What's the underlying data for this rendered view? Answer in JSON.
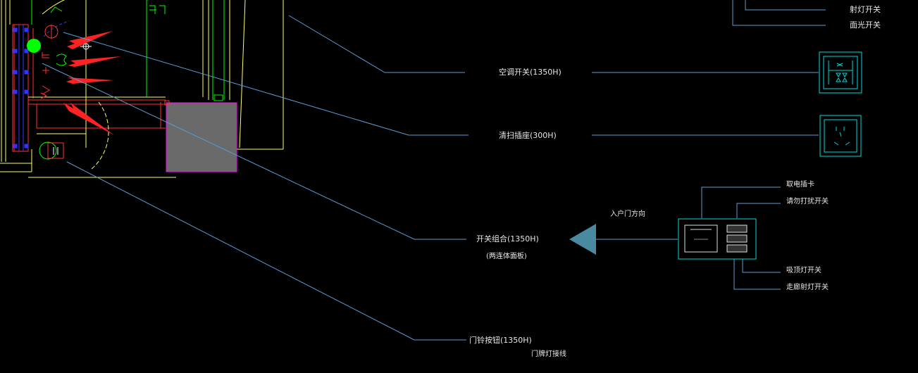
{
  "labels": {
    "top_1": "射灯开关",
    "top_2": "面光开关",
    "ac_switch": "空调开关(1350H)",
    "cleaning_socket": "清扫插座(300H)",
    "power_card": "取电插卡",
    "dnd_switch": "请勿打扰开关",
    "entry_direction": "入户门方向",
    "switch_combo": "开关组合(1350H)",
    "switch_combo_sub": "(两连体面板)",
    "ceiling_light_switch": "吸顶灯开关",
    "corridor_light_switch": "走廊射灯开关",
    "doorbell": "门铃按钮(1350H)",
    "doorbell_sub": "门牌灯接线"
  },
  "colors": {
    "background": "#000000",
    "leader_line": "#5b9bd5",
    "symbol": "#00d8d8",
    "wall_green": "#00ff00",
    "wall_yellow": "#ffff66",
    "wall_red": "#ff3333",
    "wall_blue": "#3333ff",
    "magenta": "#ff00ff",
    "arrow_red": "#ff2222",
    "fill_grey": "#6a6a6a",
    "triangle": "#4a8aa0",
    "text": "#e8e8e8"
  }
}
